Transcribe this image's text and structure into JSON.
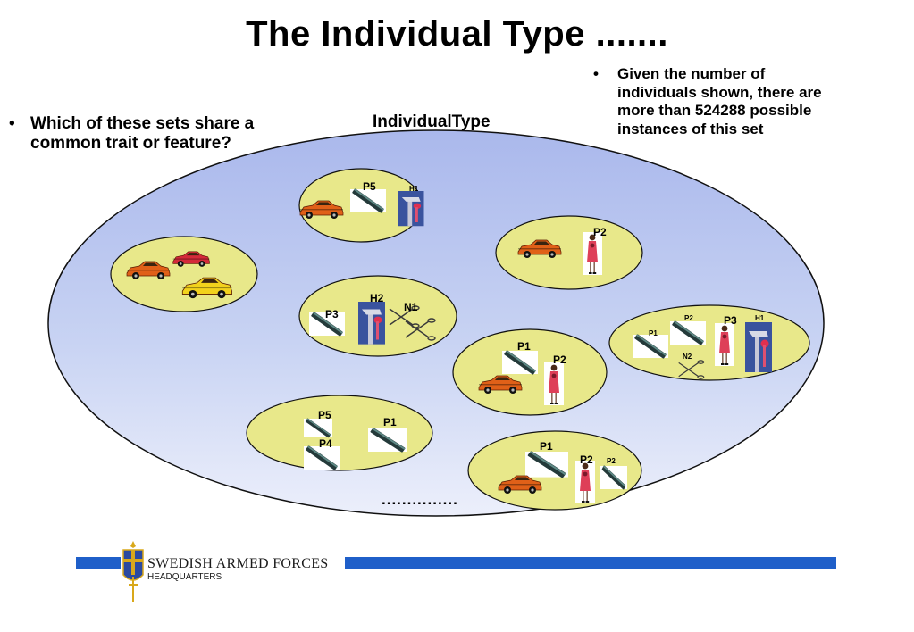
{
  "title": "The Individual Type .......",
  "left_bullet": {
    "marker": "•",
    "text_line1": "Which of these sets share a",
    "text_line2": "common trait or feature?"
  },
  "right_bullet": {
    "marker": "•",
    "line1": "Given the number of",
    "line2": "individuals shown, there are",
    "line3": "more than 524288 possible",
    "line4": "instances of this set"
  },
  "outer_label": "IndividualType",
  "ellipsis": "...............",
  "sets": {
    "s1": {
      "p5": "P5",
      "h1": "H1"
    },
    "s3": {
      "p2": "P2"
    },
    "s4": {
      "h2": "H2",
      "n1": "N1",
      "p3": "P3"
    },
    "s5": {
      "p2": "P2",
      "p1": "P1",
      "p3": "P3",
      "h1": "H1",
      "n2": "N2"
    },
    "s6": {
      "p1": "P1",
      "p2": "P2"
    },
    "s7": {
      "p5": "P5",
      "p1": "P1",
      "p4": "P4"
    },
    "s8": {
      "p1": "P1",
      "p2": "P2",
      "p2_small": "P2"
    }
  },
  "footer": {
    "org": "SWEDISH ARMED FORCES",
    "dept": "HEADQUARTERS",
    "bar_color": "#1f5fc9"
  },
  "colors": {
    "outer_fill": "#bdc9ef",
    "set_fill": "#e8e88a",
    "car_orange": "#e06018",
    "car_yellow": "#f2d21c",
    "car_red": "#d42a3a",
    "bar_blue": "#1f5fc9"
  }
}
